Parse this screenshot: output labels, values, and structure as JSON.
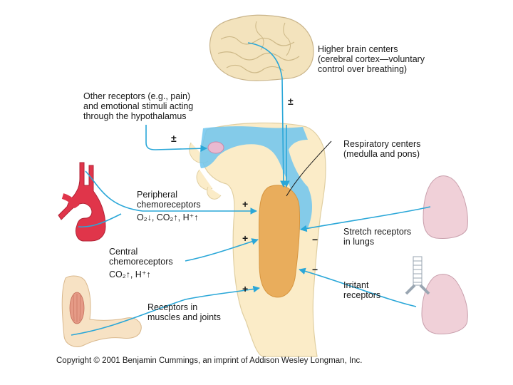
{
  "labels": {
    "higher_brain": [
      "Higher brain centers",
      "(cerebral cortex—voluntary",
      "control over breathing)"
    ],
    "other_receptors": [
      "Other receptors (e.g., pain)",
      "and emotional stimuli acting",
      "through the hypothalamus"
    ],
    "respiratory_centers": [
      "Respiratory centers",
      "(medulla and pons)"
    ],
    "peripheral": [
      "Peripheral",
      "chemoreceptors"
    ],
    "peripheral_stimuli": "O₂↓, CO₂↑, H⁺↑",
    "central": [
      "Central",
      "chemoreceptors"
    ],
    "central_stimuli": "CO₂↑, H⁺↑",
    "stretch": [
      "Stretch receptors",
      "in lungs"
    ],
    "irritant": [
      "Irritant",
      "receptors"
    ],
    "muscles": [
      "Receptors in",
      "muscles and joints"
    ]
  },
  "signs": {
    "higher_brain": "±",
    "hypothalamus": "±",
    "peripheral": "+",
    "central": "+",
    "muscles": "+",
    "stretch": "−",
    "irritant": "−"
  },
  "copyright": "Copyright © 2001 Benjamin Cummings, an imprint of Addison Wesley Longman, Inc.",
  "colors": {
    "arrow": "#2aa7d8",
    "respiratory_center": "#e9ad5c",
    "brainstem": "#fbecc8",
    "brain": "#f3e3bd",
    "vessel": "#e0354a",
    "lung": "#f0d0d8",
    "hypothalamus": "#6ec6ef"
  }
}
